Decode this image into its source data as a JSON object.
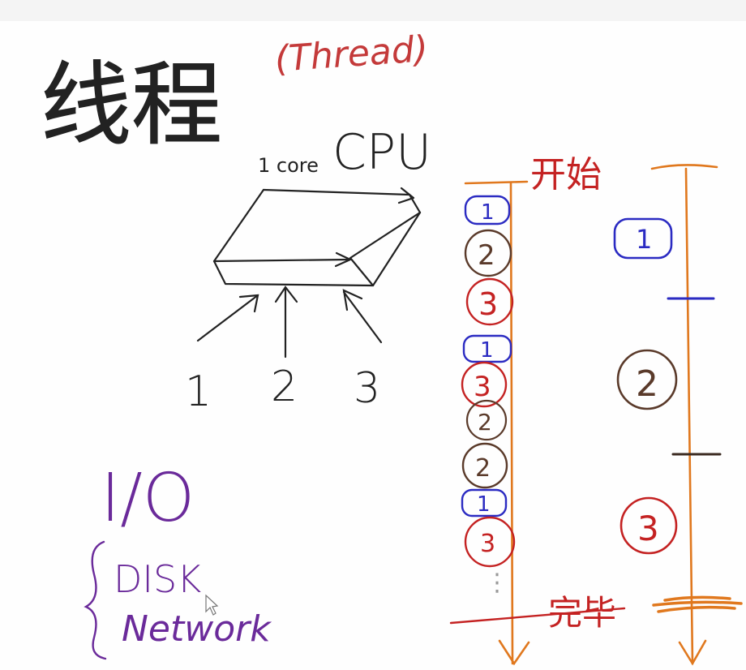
{
  "title": {
    "zh": "线程",
    "en": "(Thread)"
  },
  "cpu": {
    "core_label": "1 core",
    "label": "CPU"
  },
  "threads_in": [
    "1",
    "2",
    "3"
  ],
  "io": {
    "title": "I/O",
    "items": [
      "DISK",
      "Network"
    ]
  },
  "timeline_left": {
    "start_label": "开始",
    "end_label": "完毕",
    "slices": [
      "1",
      "2",
      "3",
      "1",
      "3",
      "2",
      "2",
      "1",
      "3"
    ],
    "ellipsis": "⋮"
  },
  "timeline_right": {
    "slices": [
      "1",
      "2",
      "3"
    ]
  },
  "colors": {
    "thread1": "#2b2bc2",
    "thread2": "#5a3a2a",
    "thread3": "#c42222",
    "timeline": "#e0781e",
    "ink": "#222222",
    "title_en": "#c43a3a",
    "io": "#6a2a9a"
  }
}
